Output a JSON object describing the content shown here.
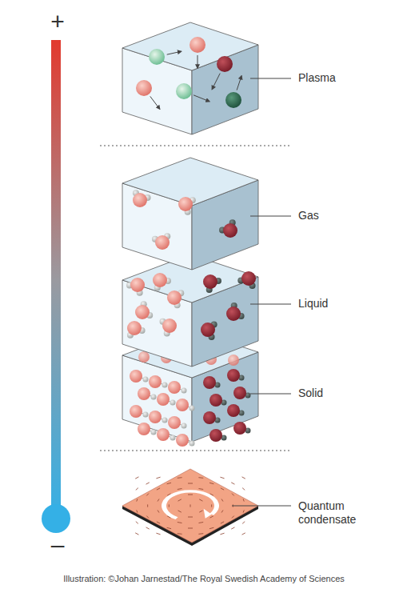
{
  "diagram": {
    "caption": "Illustration: ©Johan Jarnestad/The Royal Swedish Academy of Sciences",
    "labels": [
      "+",
      "–",
      "Plasma",
      "Gas",
      "Liquid",
      "Solid",
      "Quantum condensate"
    ]
  }
}
